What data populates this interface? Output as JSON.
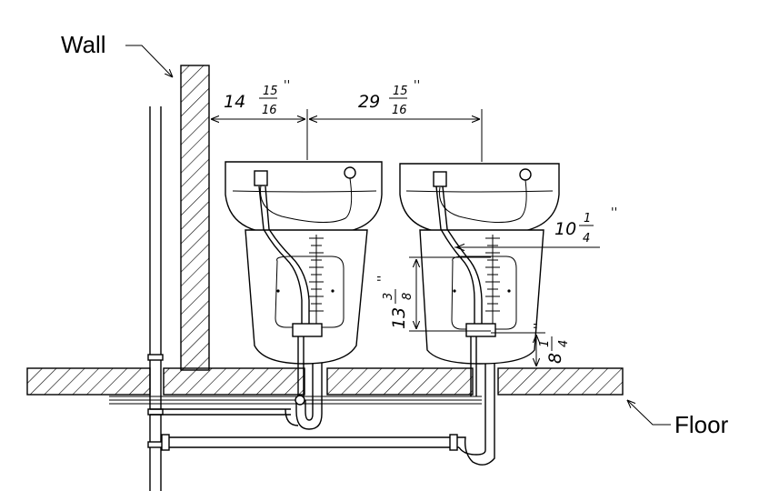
{
  "labels": {
    "wall": "Wall",
    "floor": "Floor"
  },
  "dimensions": {
    "wall_to_first_sink": {
      "whole": "14",
      "num": "15",
      "den": "16",
      "mark": "''"
    },
    "sink_spacing": {
      "whole": "29",
      "num": "15",
      "den": "16",
      "mark": "''"
    },
    "bowl_offset": {
      "whole": "10",
      "num": "1",
      "den": "4",
      "mark": "''"
    },
    "valve_height": {
      "whole": "13",
      "num": "3",
      "den": "8",
      "mark": "''"
    },
    "floor_clearance": {
      "whole": "8",
      "num": "1",
      "den": "4",
      "mark": "''"
    }
  }
}
